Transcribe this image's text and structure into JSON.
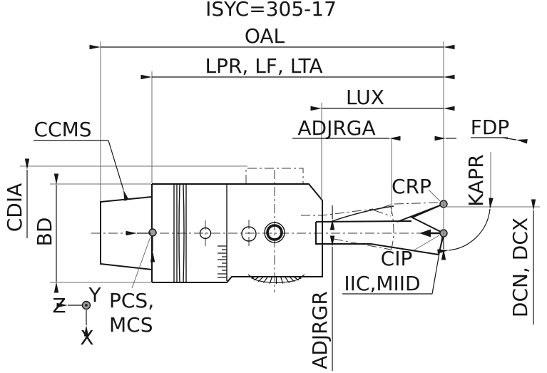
{
  "drawing": {
    "title": "ISYC=305-17",
    "dimensions": {
      "oal": "OAL",
      "lpr_lf_lta": "LPR, LF, LTA",
      "lux": "LUX",
      "adjrga": "ADJRGA",
      "fdp": "FDP",
      "kapr": "KAPR",
      "dcn_dcx": "DCN, DCX",
      "adjrgr": "ADJRGR",
      "bd": "BD",
      "cdia": "CDIA"
    },
    "callouts": {
      "ccms": "CCMS",
      "crp": "CRP",
      "cip": "CIP",
      "iic_miid": "IIC,MIID",
      "pcs_line1": "PCS,",
      "pcs_line2": "MCS"
    },
    "axes": {
      "x": "X",
      "y": "Y",
      "z": "Z"
    },
    "colors": {
      "line": "#161616",
      "extension": "#6e6e6e",
      "point_fill": "#9c9c9c",
      "background": "#ffffff"
    }
  }
}
